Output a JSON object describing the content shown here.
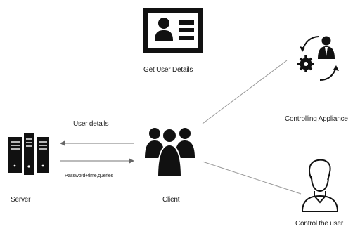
{
  "colors": {
    "icon": "#111111",
    "line": "#888888",
    "background": "#ffffff"
  },
  "nodes": {
    "client": {
      "label": "Client",
      "icon": "people-group-icon"
    },
    "server": {
      "label": "Server",
      "icon": "server-rack-icon"
    },
    "user_details_card": {
      "label": "Get User Details",
      "icon": "id-card-icon"
    },
    "appliance": {
      "label": "Controlling Appliance",
      "icon": "user-gear-cycle-icon"
    },
    "control_user": {
      "label": "Control the user",
      "icon": "user-portrait-icon"
    }
  },
  "edges": {
    "client_to_server": {
      "label": "User details"
    },
    "server_to_client": {
      "label": "Password+time,queries"
    }
  }
}
